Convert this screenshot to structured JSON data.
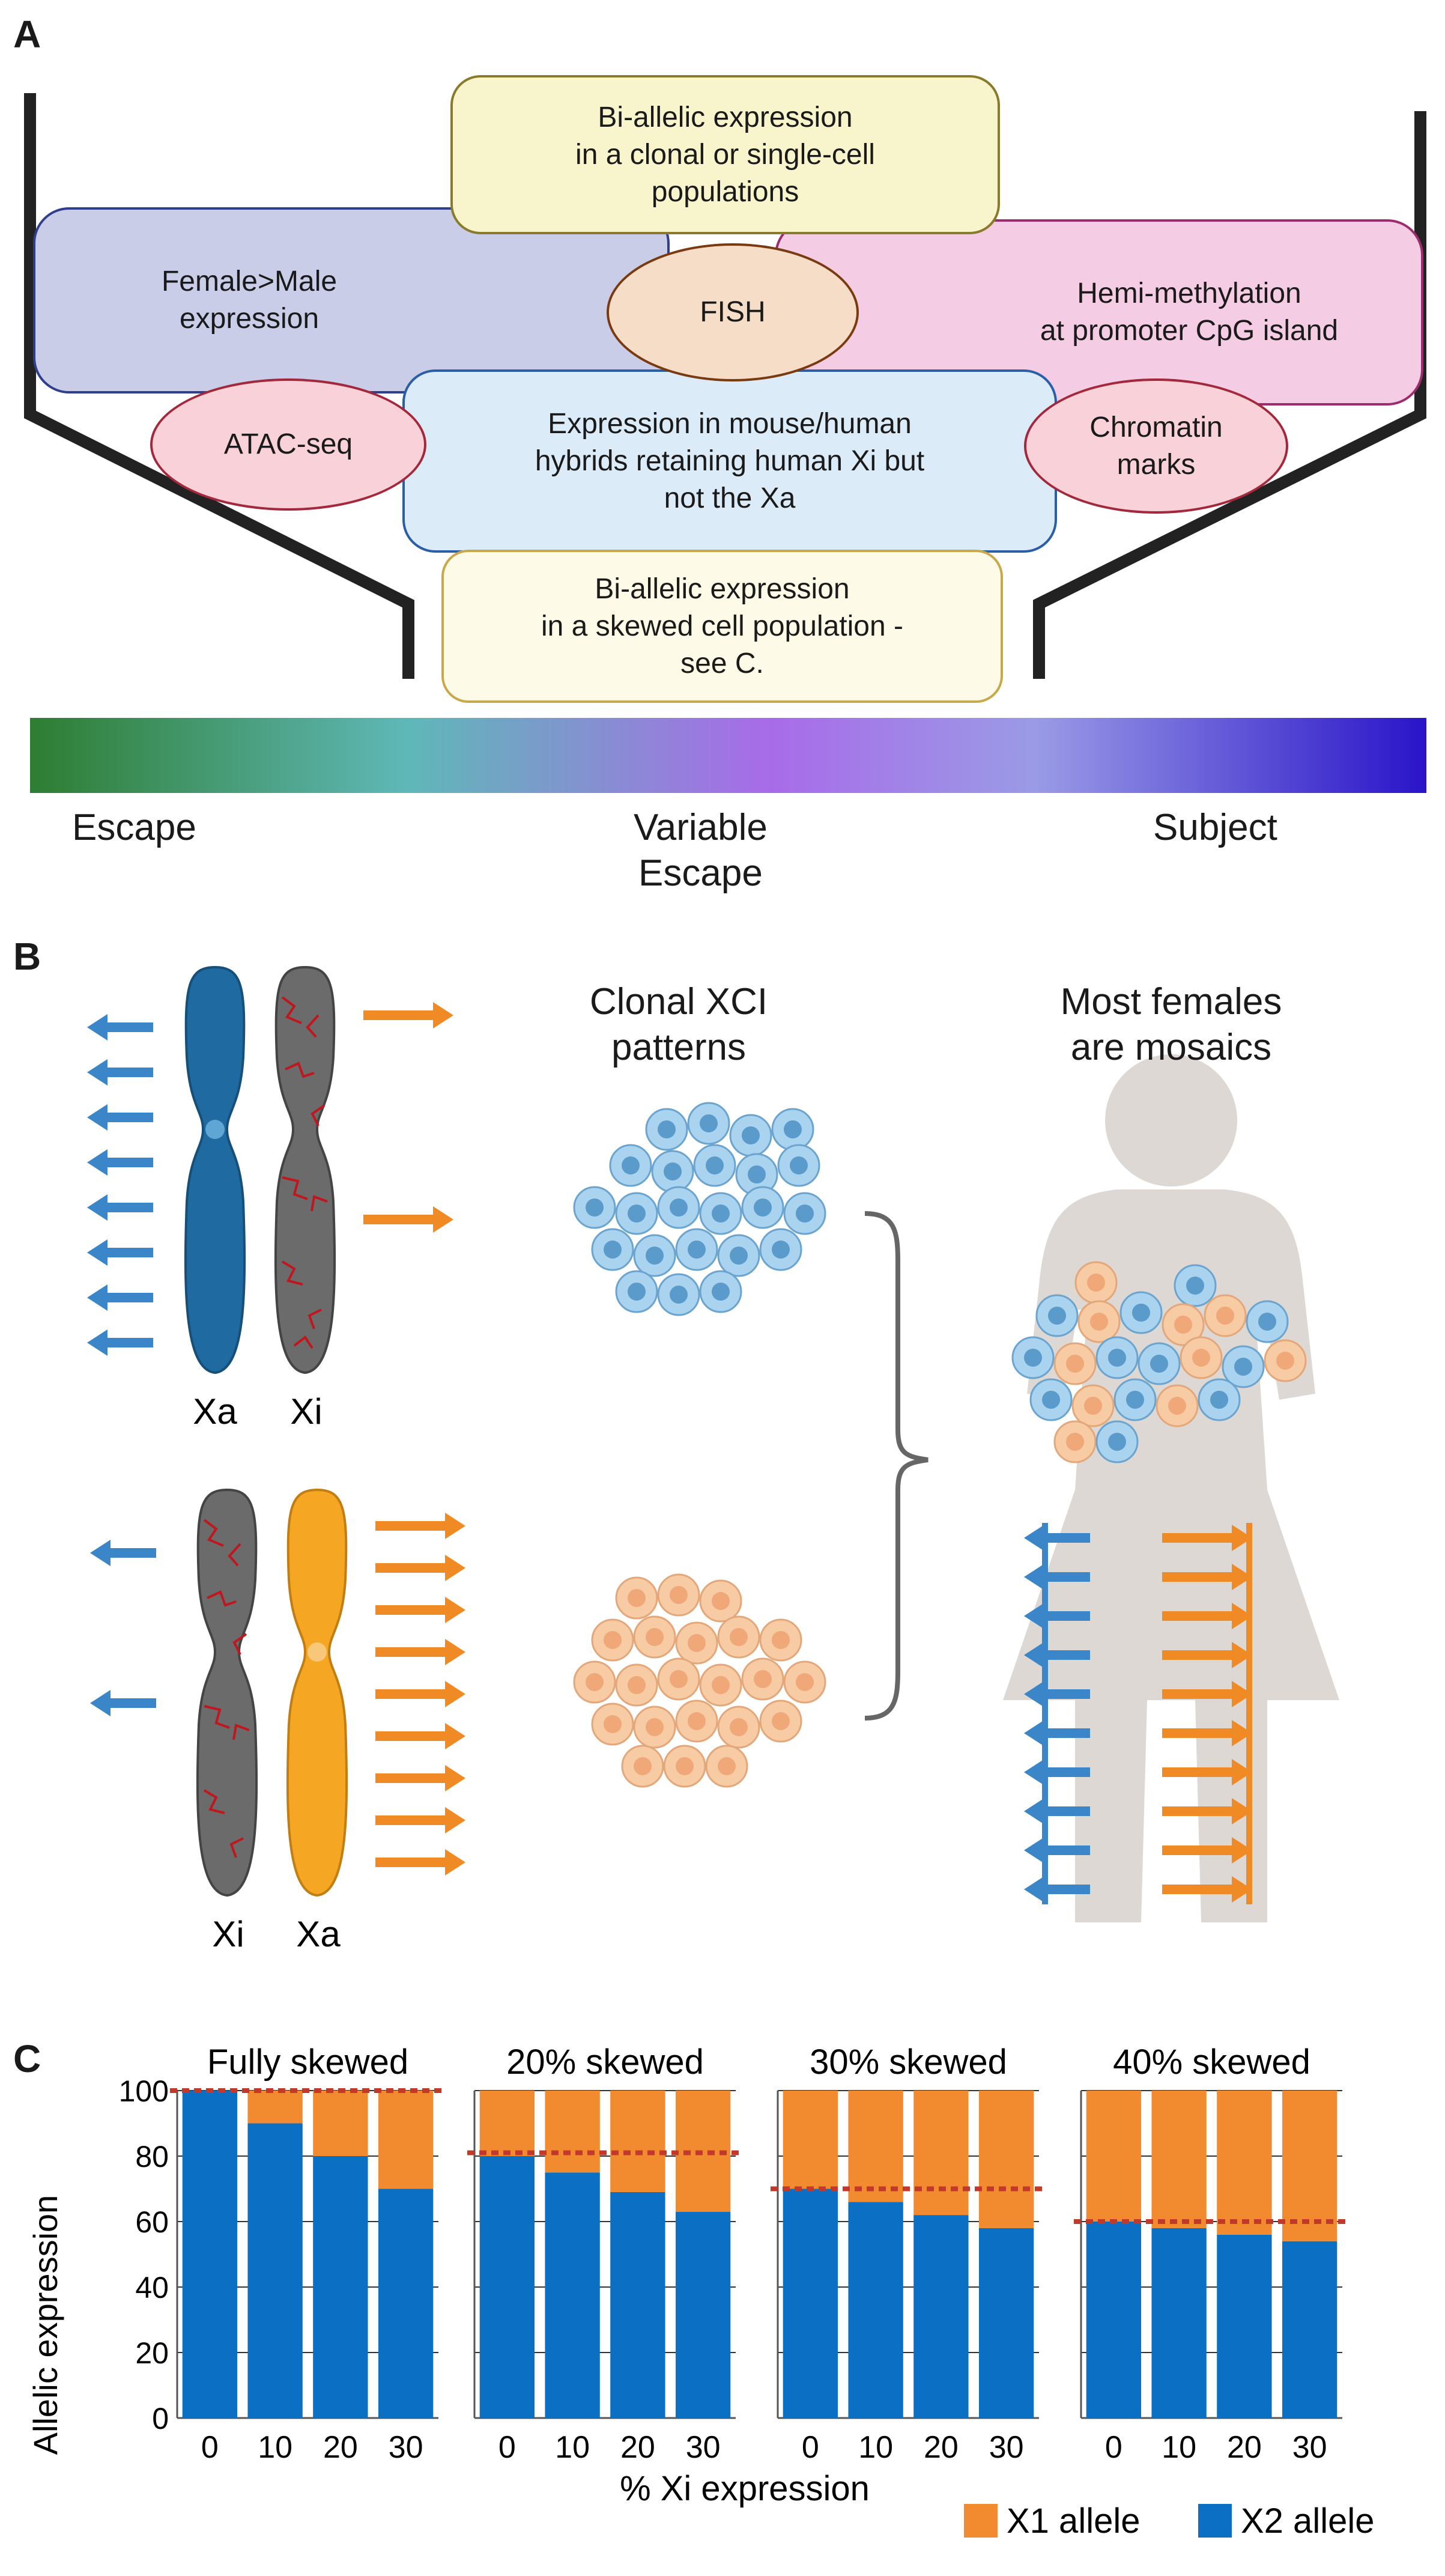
{
  "panel_a": {
    "letter": "A",
    "boxes": {
      "biallelic_clonal": "Bi-allelic expression\nin a clonal or single-cell\npopulations",
      "female_male": "Female>Male\nexpression",
      "fish": "FISH",
      "hemi_methylation": "Hemi-methylation\nat promoter CpG island",
      "atac_seq": "ATAC-seq",
      "hybrids": "Expression in mouse/human\nhybrids retaining human Xi but\nnot the Xa",
      "chromatin": "Chromatin\nmarks",
      "biallelic_skewed": "Bi-allelic expression\nin a skewed cell population -\nsee C."
    },
    "gradient_colors": [
      "#2e7d32",
      "#5fb8b8",
      "#a86be8",
      "#9a9be6",
      "#2a14c8"
    ],
    "scale_labels": {
      "escape": "Escape",
      "variable": "Variable\nEscape",
      "subject": "Subject"
    }
  },
  "panel_b": {
    "letter": "B",
    "chromosome_labels": {
      "top_left": "Xa",
      "top_right": "Xi",
      "bottom_left": "Xi",
      "bottom_right": "Xa"
    },
    "clonal_title": "Clonal XCI\npatterns",
    "mosaic_title": "Most females\nare mosaics",
    "colors": {
      "blue": "#3a86c8",
      "orange": "#f08a24",
      "blue_cell": "#a9d3ee",
      "orange_cell": "#f7cba4",
      "xi_gray": "#6b6b6b"
    }
  },
  "panel_c": {
    "letter": "C",
    "legend": {
      "x1": "X1 allele",
      "x2": "X2 allele"
    },
    "colors": {
      "x1": "#f28b30",
      "x2": "#0b6fc4",
      "ref_line": "#c0392b"
    }
  },
  "chart_data": [
    {
      "type": "bar",
      "title": "Fully skewed",
      "categories": [
        "0",
        "10",
        "20",
        "30"
      ],
      "series": [
        {
          "name": "X2 allele",
          "values": [
            100,
            90,
            80,
            70
          ]
        },
        {
          "name": "X1 allele",
          "values": [
            0,
            10,
            20,
            30
          ]
        }
      ],
      "stacked": true,
      "reference_line": 100,
      "ylabel": "Allelic expression",
      "xlabel": "% Xi expression",
      "ylim": [
        0,
        100
      ],
      "yticks": [
        0,
        20,
        40,
        60,
        80,
        100
      ]
    },
    {
      "type": "bar",
      "title": "20% skewed",
      "categories": [
        "0",
        "10",
        "20",
        "30"
      ],
      "series": [
        {
          "name": "X2 allele",
          "values": [
            80,
            75,
            69,
            63
          ]
        },
        {
          "name": "X1 allele",
          "values": [
            20,
            25,
            31,
            37
          ]
        }
      ],
      "stacked": true,
      "reference_line": 81,
      "ylim": [
        0,
        100
      ]
    },
    {
      "type": "bar",
      "title": "30% skewed",
      "categories": [
        "0",
        "10",
        "20",
        "30"
      ],
      "series": [
        {
          "name": "X2 allele",
          "values": [
            70,
            66,
            62,
            58
          ]
        },
        {
          "name": "X1 allele",
          "values": [
            30,
            34,
            38,
            42
          ]
        }
      ],
      "stacked": true,
      "reference_line": 70,
      "ylim": [
        0,
        100
      ]
    },
    {
      "type": "bar",
      "title": "40% skewed",
      "categories": [
        "0",
        "10",
        "20",
        "30"
      ],
      "series": [
        {
          "name": "X2 allele",
          "values": [
            60,
            58,
            56,
            54
          ]
        },
        {
          "name": "X1 allele",
          "values": [
            40,
            42,
            44,
            46
          ]
        }
      ],
      "stacked": true,
      "reference_line": 60,
      "ylim": [
        0,
        100
      ]
    }
  ]
}
